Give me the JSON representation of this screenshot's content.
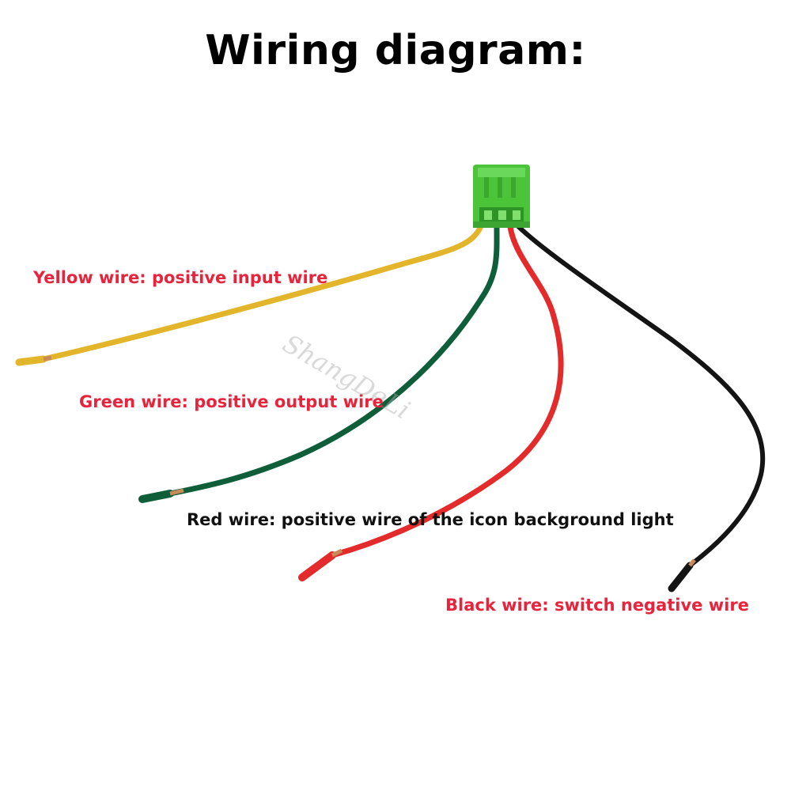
{
  "title": "Wiring diagram:",
  "watermark": "ShangDeLi",
  "colors": {
    "label_red": "#e8243c",
    "label_black": "#111111",
    "connector_green": "#4cc43a",
    "wire_yellow": "#e3b52a",
    "wire_green": "#0f5e3a",
    "wire_red": "#e32b2b",
    "wire_black": "#141414",
    "copper_tip": "#c98a5a"
  },
  "labels": {
    "yellow": "Yellow wire: positive input wire",
    "green": "Green wire: positive output wire",
    "red": "Red wire: positive wire of the icon background light",
    "black": "Black wire: switch negative wire"
  },
  "icons": {
    "connector": "connector-icon"
  }
}
